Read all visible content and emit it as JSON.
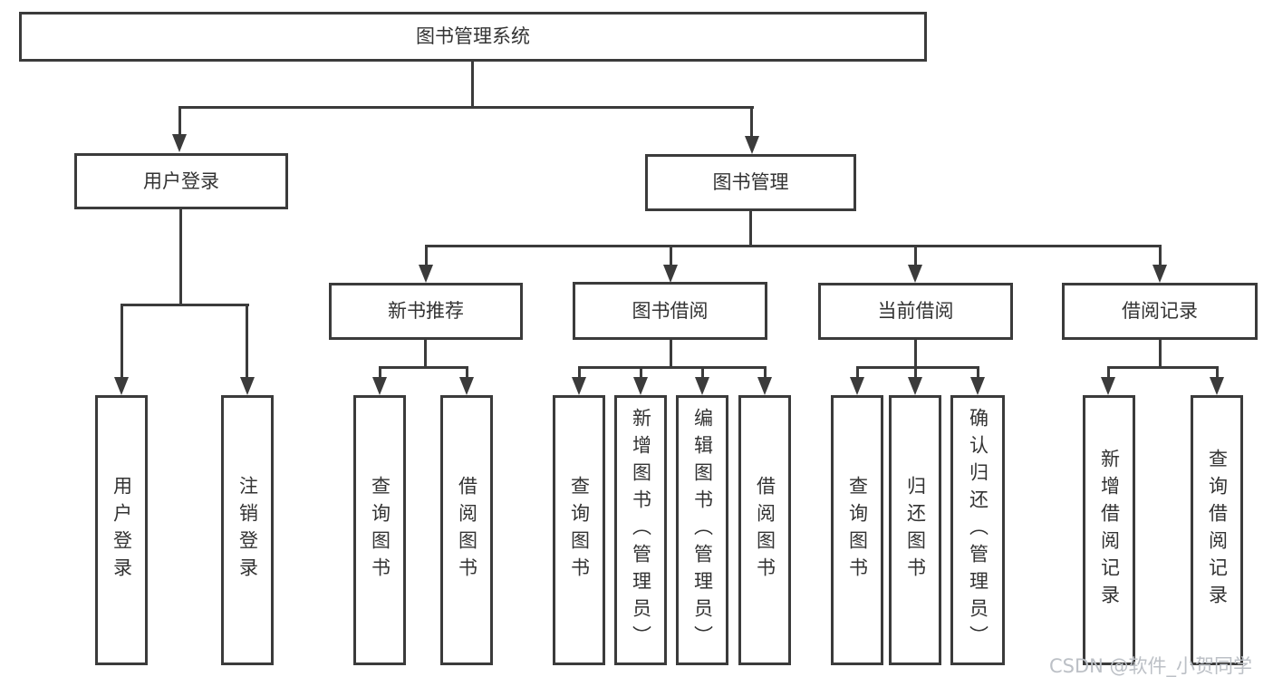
{
  "tree": {
    "label": "图书管理系统",
    "children": [
      {
        "label": "用户登录",
        "children": [
          {
            "label": "用户登录"
          },
          {
            "label": "注销登录"
          }
        ]
      },
      {
        "label": "图书管理",
        "children": [
          {
            "label": "新书推荐",
            "children": [
              {
                "label": "查询图书"
              },
              {
                "label": "借阅图书"
              }
            ]
          },
          {
            "label": "图书借阅",
            "children": [
              {
                "label": "查询图书"
              },
              {
                "label": "新增图书（管理员）"
              },
              {
                "label": "编辑图书（管理员）"
              },
              {
                "label": "借阅图书"
              }
            ]
          },
          {
            "label": "当前借阅",
            "children": [
              {
                "label": "查询图书"
              },
              {
                "label": "归还图书"
              },
              {
                "label": "确认归还（管理员）"
              }
            ]
          },
          {
            "label": "借阅记录",
            "children": [
              {
                "label": "新增借阅记录"
              },
              {
                "label": "查询借阅记录"
              }
            ]
          }
        ]
      }
    ]
  },
  "watermark": {
    "text": "CSDN @软件_小贺同学"
  },
  "colors": {
    "line": "#3b3b3b",
    "box_border": "#3b3b3b",
    "text": "#333333",
    "watermark": "#bcc0c6",
    "background": "#ffffff"
  }
}
